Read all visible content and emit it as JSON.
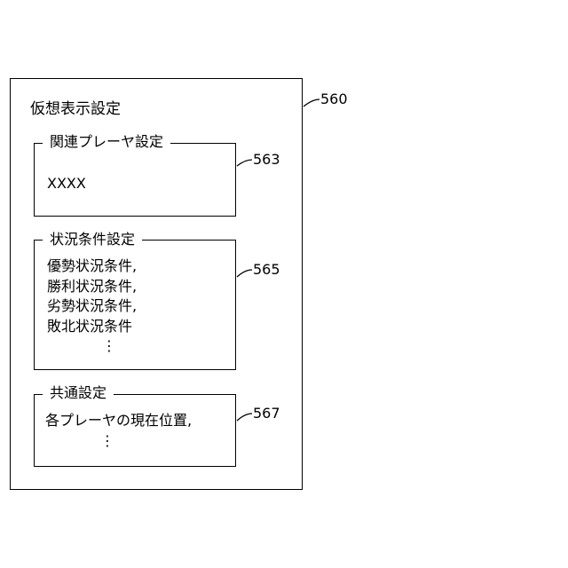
{
  "diagram": {
    "title": "仮想表示設定",
    "outer_ref": "560",
    "groups": [
      {
        "legend": "関連プレーヤ設定",
        "ref": "563",
        "lines": [
          "XXXX"
        ]
      },
      {
        "legend": "状況条件設定",
        "ref": "565",
        "lines": [
          "優勢状況条件,",
          "勝利状況条件,",
          "劣勢状況条件,",
          "敗北状況条件",
          "⋮"
        ]
      },
      {
        "legend": "共通設定",
        "ref": "567",
        "lines": [
          "各プレーヤの現在位置,",
          "⋮"
        ]
      }
    ]
  }
}
